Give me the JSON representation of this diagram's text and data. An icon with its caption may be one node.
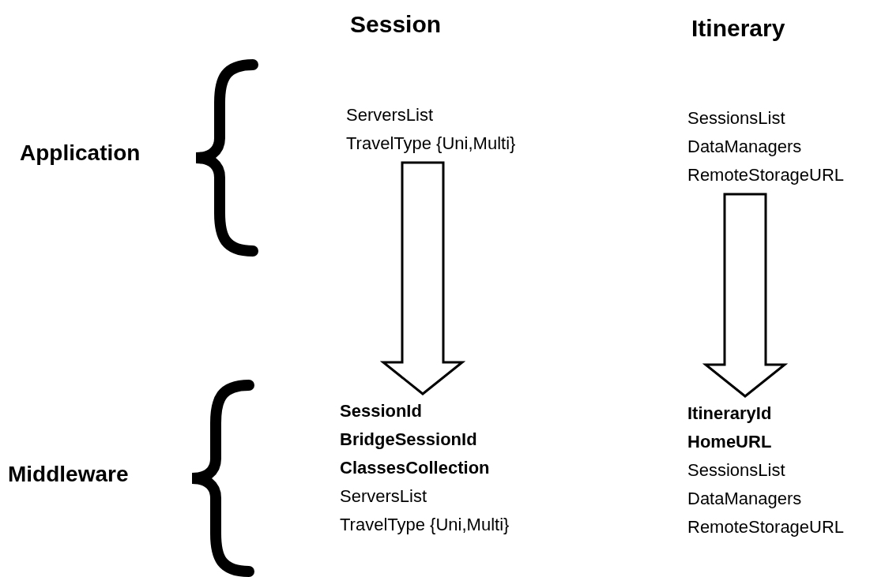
{
  "diagram": {
    "nodes": [
      {
        "text": [
          "ServersList",
          "TravelType {Uni,Multi}"
        ]
      },
      {
        "text": [
          "SessionsList",
          "DataManagers",
          "RemoteStorageURL"
        ]
      },
      {
        "text": [
          "**SessionId**",
          "**BridgeSessionId**",
          "**ClassesCollection**",
          "ServersList",
          "TravelType {Uni,Multi}"
        ]
      },
      {
        "text": [
          "**ItineraryId**",
          "**HomeURL**",
          "SessionsList",
          "DataManagers",
          "RemoteStorageURL"
        ]
      }
    ],
    "edges": [
      {
        "from": 0,
        "to": 2,
        "arrow": "to"
      },
      {
        "from": 1,
        "to": 3,
        "arrow": "to"
      }
    ],
    "labels": [
      "Session",
      "Itinerary",
      "Application",
      "Middleware"
    ]
  }
}
